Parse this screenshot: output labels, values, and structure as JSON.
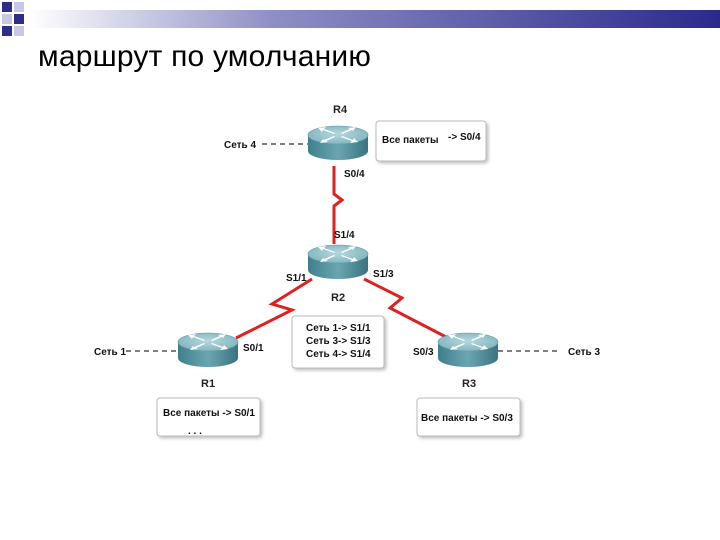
{
  "title": "маршрут по умолчанию",
  "colors": {
    "header_gradient_start": "#ffffff",
    "header_gradient_end": "#3a3a9a",
    "header_square_light": "#c7c7e6",
    "header_square_dark": "#2e2e8a",
    "router_body": "#4d8d99",
    "router_top": "#9cc6cd",
    "serial_link": "#e02020",
    "ethernet_link": "#555555"
  },
  "routers": {
    "r1": "R1",
    "r2": "R2",
    "r3": "R3",
    "r4": "R4"
  },
  "networks": {
    "net1": "Сеть 1",
    "net3": "Сеть 3",
    "net4": "Сеть 4"
  },
  "interfaces": {
    "r4_s0_4": "S0/4",
    "r2_s1_4": "S1/4",
    "r2_s1_1": "S1/1",
    "r2_s1_3": "S1/3",
    "r1_s0_1": "S0/1",
    "r3_s0_3": "S0/3"
  },
  "route_tables": {
    "r4": {
      "dest": "Все пакеты",
      "hop": "-> S0/4"
    },
    "r2": [
      "Сеть 1-> S1/1",
      "Сеть 3-> S1/3",
      "Сеть 4-> S1/4"
    ],
    "r1": {
      "line": "Все пакеты -> S0/1",
      "dots": ". . ."
    },
    "r3": {
      "line": "Все пакеты -> S0/3"
    }
  }
}
